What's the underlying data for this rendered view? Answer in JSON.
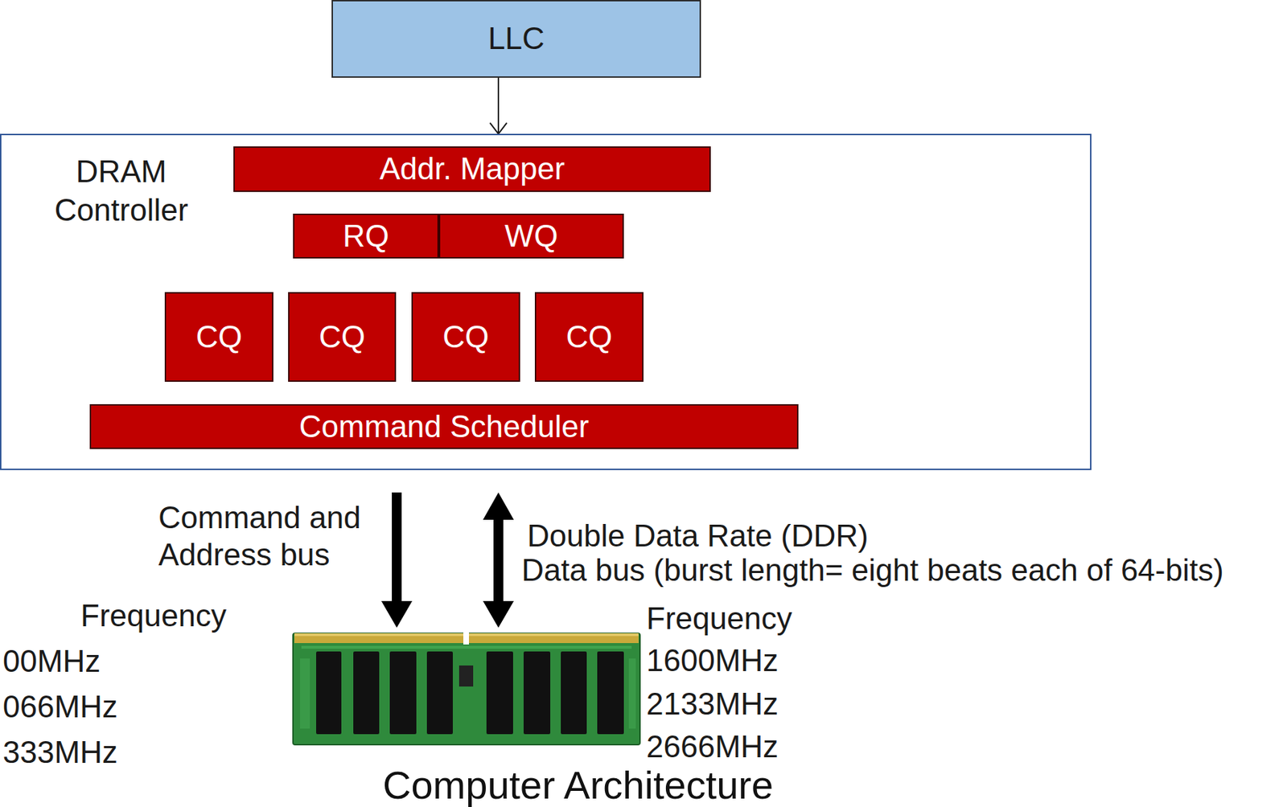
{
  "diagram": {
    "caption": "Computer Architecture",
    "nodes": [
      {
        "text": [
          "LLC"
        ]
      },
      {
        "text": [
          "DRAM Controller"
        ]
      },
      {
        "text": [
          "Addr. Mapper"
        ],
        "in": 1
      },
      {
        "text": [
          "RQ"
        ],
        "in": 1
      },
      {
        "text": [
          "WQ"
        ],
        "in": 1
      },
      {
        "text": [
          "CQ"
        ],
        "in": 1
      },
      {
        "text": [
          "CQ"
        ],
        "in": 1
      },
      {
        "text": [
          "CQ"
        ],
        "in": 1
      },
      {
        "text": [
          "CQ"
        ],
        "in": 1
      },
      {
        "text": [
          "Command Scheduler"
        ],
        "in": 1
      }
    ],
    "edges": [
      {
        "from": 0,
        "to": 1,
        "arrow": "to"
      }
    ],
    "labels": [
      "Command and Address bus",
      "Double Data Rate (DDR)",
      "Data bus (burst length= eight beats each of 64-bits)",
      "Frequency",
      "00MHz",
      "066MHz",
      "333MHz",
      "Frequency",
      "1600MHz",
      "2133MHz",
      "2666MHz"
    ]
  }
}
